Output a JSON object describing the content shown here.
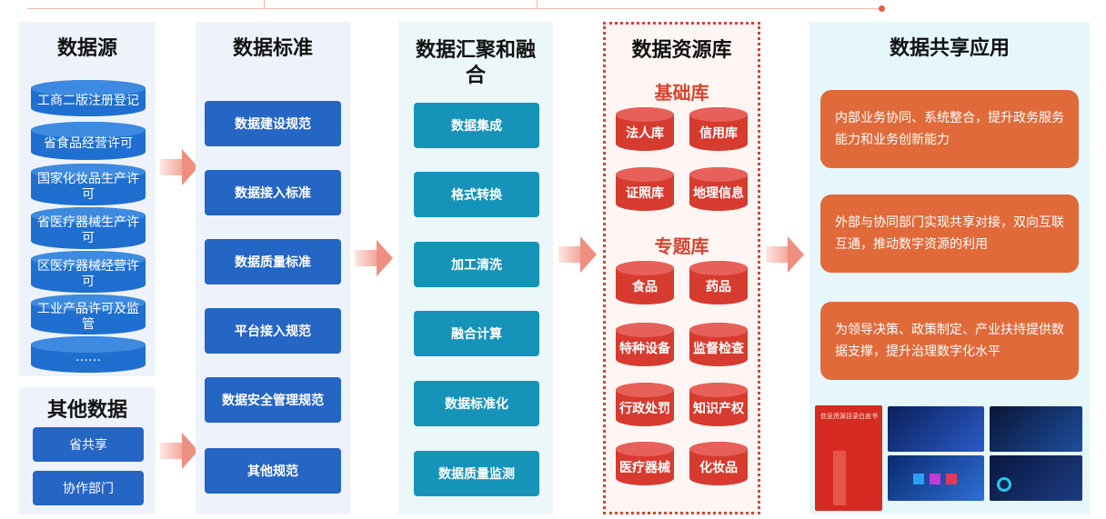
{
  "columns": {
    "source": {
      "title": "数据源",
      "items": [
        "工商二版注册登记",
        "省食品经营许可",
        "国家化妆品生产许可",
        "省医疗器械生产许可",
        "区医疗器械经营许可",
        "工业产品许可及监管",
        "……"
      ]
    },
    "other": {
      "title": "其他数据",
      "items": [
        "省共享",
        "协作部门"
      ]
    },
    "standard": {
      "title": "数据标准",
      "items": [
        "数据建设规范",
        "数据接入标准",
        "数据质量标准",
        "平台接入规范",
        "数据安全管理规范",
        "其他规范"
      ]
    },
    "converge": {
      "title": "数据汇聚和融合",
      "items": [
        "数据集成",
        "格式转换",
        "加工清洗",
        "融合计算",
        "数据标准化",
        "数据质量监测"
      ]
    },
    "resource": {
      "title": "数据资源库",
      "basic_label": "基础库",
      "basic_items": [
        "法人库",
        "信用库",
        "证照库",
        "地理信息"
      ],
      "topic_label": "专题库",
      "topic_items": [
        "食品",
        "药品",
        "特种设备",
        "监督检查",
        "行政处罚",
        "知识产权",
        "医疗器械",
        "化妆品"
      ]
    },
    "share": {
      "title": "数据共享应用",
      "items": [
        "内部业务协同、系统整合，提升政务服务能力和业务创新能力",
        "外部与协同部门实现共享对接，双向互联互通，推动数字资源的利用",
        "为领导决策、政策制定、产业扶持提供数据支撑，提升治理数字化水平"
      ],
      "thumb_text": "信息资源目录白皮书"
    }
  },
  "colors": {
    "panel_bg": "#eef3fb",
    "blue": "#2565c4",
    "teal": "#1593b8",
    "red": "#d73a2f",
    "orange": "#e06a3a",
    "arrow": "#ef8f80"
  }
}
